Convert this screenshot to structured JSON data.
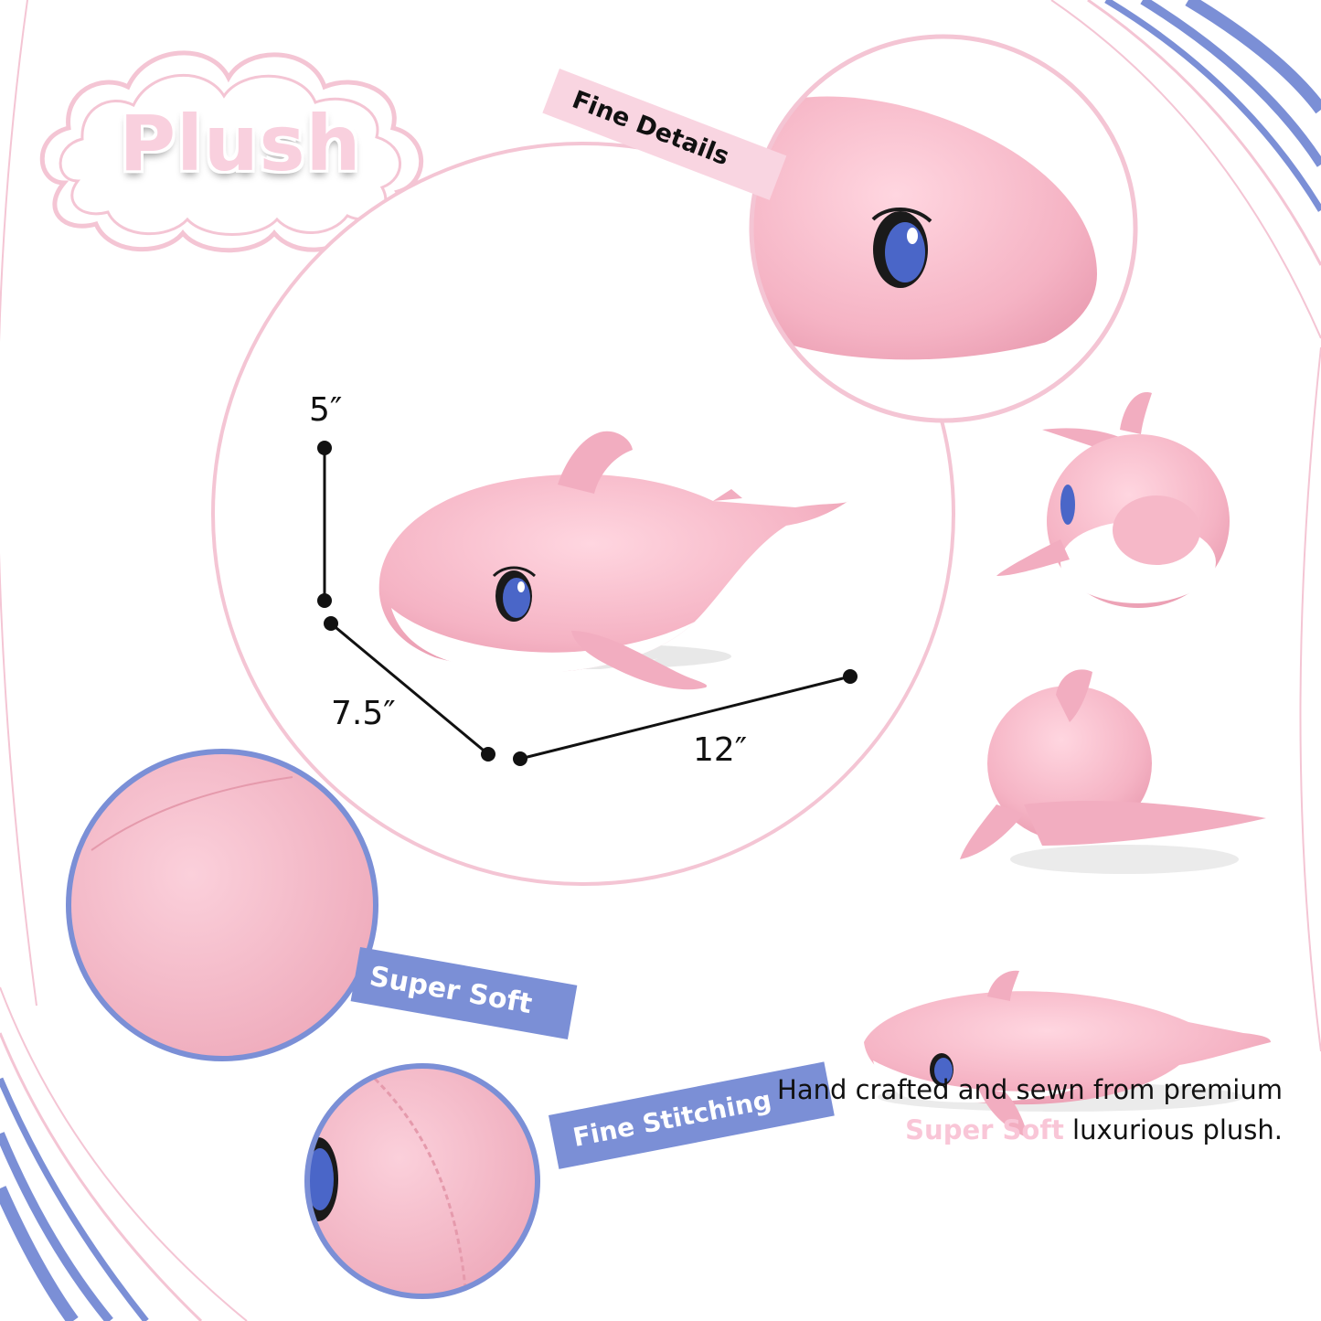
{
  "title": "Plush",
  "tags": {
    "fine_details": "Fine Details",
    "super_soft": "Super Soft",
    "fine_stitching": "Fine Stitching"
  },
  "dimensions": {
    "height": "5″",
    "depth": "7.5″",
    "length": "12″"
  },
  "caption": {
    "line1": "Hand crafted and sewn from premium",
    "highlight": "Super Soft",
    "line2_rest": " luxurious plush."
  },
  "colors": {
    "pink": "#f9c6d7",
    "blue": "#7b8fd6",
    "plush_pink": "#f6b8c8",
    "eye_blue": "#4a66c8"
  }
}
